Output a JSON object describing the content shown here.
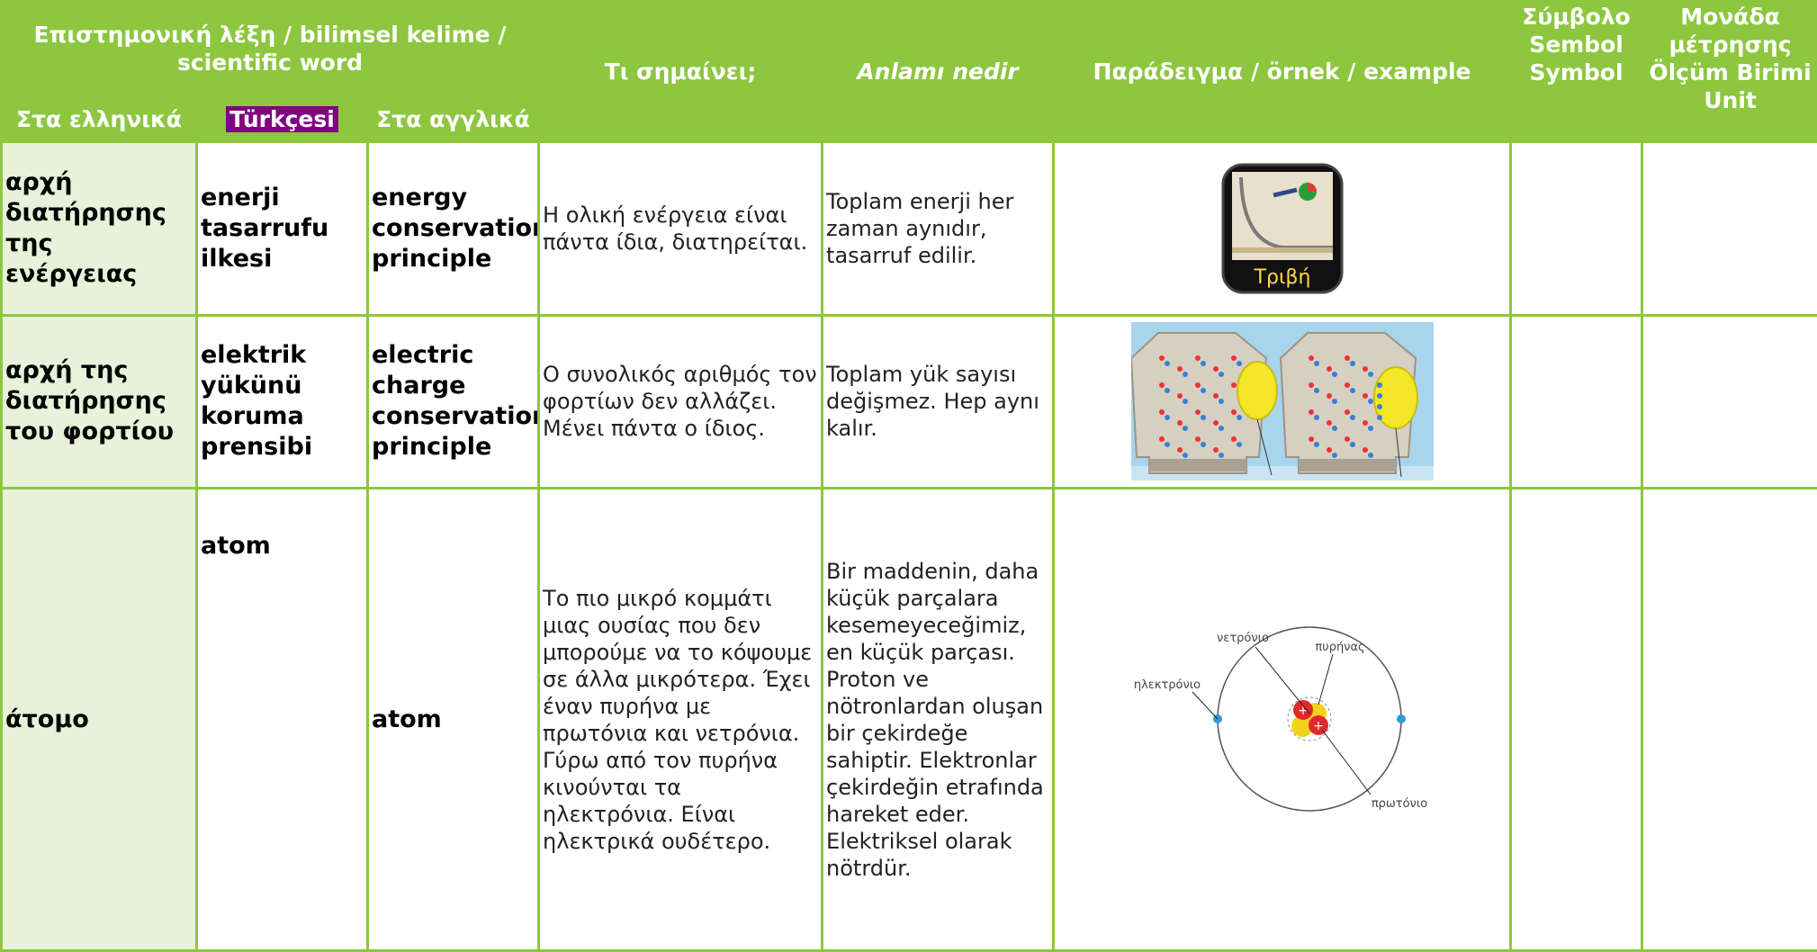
{
  "headers": {
    "scientific_word": "Επιστημονική λέξη / bilimsel kelime / scientific word",
    "greek": "Στα ελληνικά",
    "turkish": "Türkçesi",
    "english": "Στα αγγλικά",
    "meaning_greek": "Τι σημαίνει;",
    "meaning_turkish": "Anlamı nedir",
    "example": "Παράδειγμα / örnek / example",
    "symbol": "Σύμβολο Sembol Symbol",
    "unit": "Μονάδα μέτρησης Ölçüm Birimi Unit"
  },
  "rows": [
    {
      "greek": "αρχή διατήρησης της ενέργειας",
      "turkish": "enerji tasarrufu ilkesi",
      "english": "energy conservation principle",
      "meaning_greek": "Η ολική ενέργεια είναι πάντα ίδια, διατηρείται.",
      "meaning_turkish": "Toplam enerji her zaman aynıdır, tasarruf edilir.",
      "example_label": "Τριβή"
    },
    {
      "greek": "αρχή της διατήρησης του φορτίου",
      "turkish": "elektrik yükünü koruma prensibi",
      "english": "electric charge conservation principle",
      "meaning_greek": "Ο συνολικός αριθμός τον φορτίων δεν αλλάζει. Μένει πάντα ο ίδιος.",
      "meaning_turkish": "Toplam yük sayısı değişmez. Hep aynı kalır."
    },
    {
      "greek": "άτομο",
      "turkish": "atom",
      "english": "atom",
      "meaning_greek": "Το πιο μικρό κομμάτι μιας ουσίας που δεν μπορούμε να το κόψουμε σε άλλα μικρότερα. Έχει έναν πυρήνα με πρωτόνια και νετρόνια. Γύρω από τον πυρήνα κινούνται τα ηλεκτρόνια. Είναι ηλεκτρικά ουδέτερο.",
      "meaning_turkish": "Bir maddenin, daha küçük parçalara kesemeyeceğimiz, en küçük parçası. Proton ve nötronlardan oluşan bir çekirdeğe sahiptir. Elektronlar çekirdeğin etrafında hareket eder. Elektriksel olarak nötrdür.",
      "diagram_labels": {
        "neutron": "νετρόνιο",
        "nucleus": "πυρήνας",
        "electron": "ηλεκτρόνιο",
        "proton": "πρωτόνιο"
      }
    }
  ],
  "colors": {
    "header_green": "#8dc63f",
    "greek_column_bg": "#e8f1d9",
    "turkish_label_bg": "#800080"
  }
}
